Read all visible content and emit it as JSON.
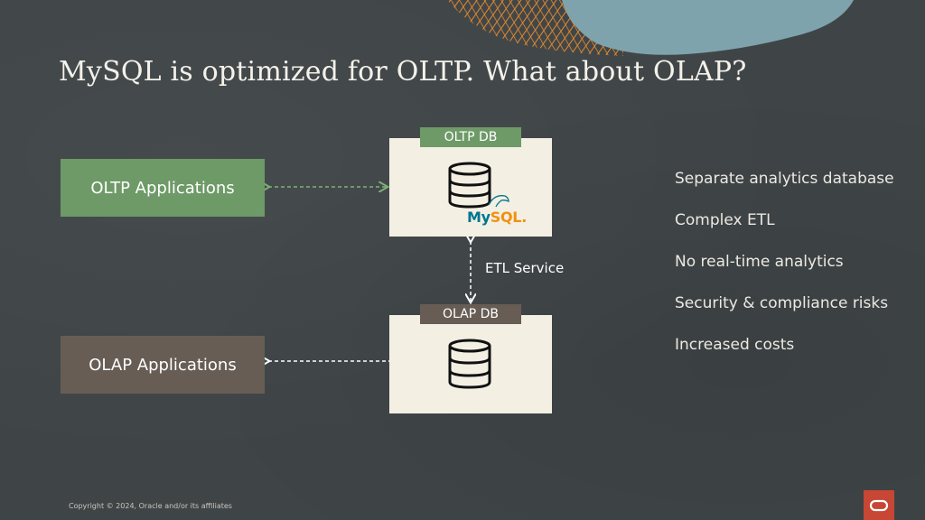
{
  "slide": {
    "title": "MySQL is optimized for OLTP. What about OLAP?"
  },
  "diagram": {
    "oltp_app_label": "OLTP Applications",
    "olap_app_label": "OLAP Applications",
    "oltp_db_label": "OLTP DB",
    "olap_db_label": "OLAP DB",
    "etl_label": "ETL Service",
    "mysql_logo": {
      "my": "My",
      "sql": "SQL",
      "dot": "."
    }
  },
  "bullets": [
    "Separate analytics database",
    "Complex ETL",
    "No real-time analytics",
    "Security & compliance risks",
    "Increased costs"
  ],
  "footer": {
    "copyright": "Copyright © 2024, Oracle and/or its affiliates"
  },
  "colors": {
    "background": "#3f4547",
    "oltp_green": "#6e9a68",
    "olap_brown": "#675d55",
    "db_box": "#f3efe3",
    "oracle_red": "#c74634"
  },
  "icons": [
    "database-icon",
    "mysql-dolphin-icon",
    "oracle-logo-icon"
  ]
}
